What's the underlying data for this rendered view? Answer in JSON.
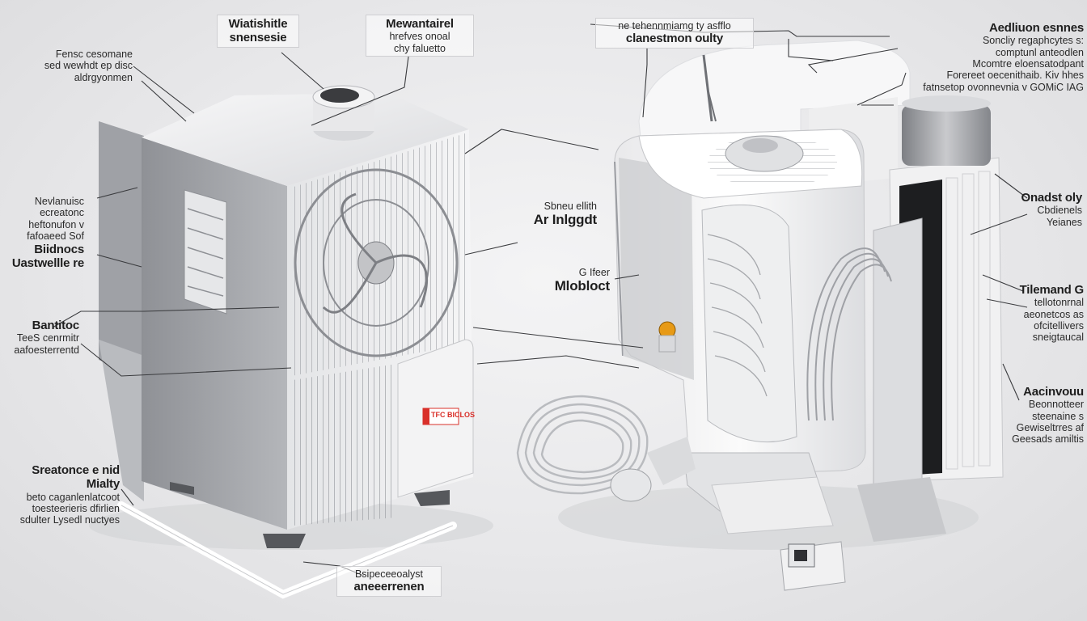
{
  "labels": {
    "top_center_left": {
      "title": "Wiatishitle",
      "sub": "snensesie"
    },
    "top_center": {
      "title": "Mewantairel",
      "line1": "hrefves onoal",
      "line2": "chy faluetto"
    },
    "left_top": {
      "line1": "Fensc cesomane",
      "line2": "sed wewhdt ep disc",
      "line3": "aldrgyonmen"
    },
    "left_mid": {
      "line1": "Nevlanuisc",
      "line2": "ecreatonc",
      "line3": "heftonufon v",
      "line4": "fafoaeed Sof",
      "title1": "Biidnocs",
      "title2": "Uastwellle re"
    },
    "left_low": {
      "title": "Bantitoc",
      "line1": "TeeS cenrmitr",
      "line2": "aafoesterrentd"
    },
    "left_bottom": {
      "title": "Sreatonce e nid Mialty",
      "line1": "beto caganlenlatcoot",
      "line2": "toesteerieris dfirlien",
      "line3": "sdulter Lysedl nuctyes"
    },
    "top_right_center": {
      "line1": "ne tehennmiamg ty asfflo",
      "title": "clanestmon oulty"
    },
    "top_right": {
      "title": "Aedliuon esnnes",
      "line1": "Soncliy regaphcytes s:",
      "line2": "comptunl anteodlen",
      "line3": "Mcomtre eloensatodpant",
      "line4": "Forereet oecenithaib. Kiv hhes",
      "line5": "fatnsetop ovonnevnia v GOMiC IAG"
    },
    "center_mid": {
      "line1": "Sbneu ellith",
      "title": "Ar Inlggdt"
    },
    "center_low": {
      "line1": "G Ifeer",
      "title": "Mlobloct"
    },
    "right_a": {
      "title": "Onadst oly",
      "line1": "Cbdienels",
      "line2": "Yeianes"
    },
    "right_b": {
      "title": "Tilemand G",
      "line1": "tellotonrnal",
      "line2": "aeonetcos as",
      "line3": "ofcitellivers",
      "line4": "sneigtaucal"
    },
    "right_c": {
      "title": "Aacinvouu",
      "line1": "Beonnotteer",
      "line2": "steenaine s",
      "line3": "Gewiseltrres af",
      "line4": "Geesads amiltis"
    },
    "bottom_center": {
      "line1": "Bsipeceeoalyst",
      "title": "aneeerrenen"
    }
  },
  "badge": {
    "text": "TFC BICLOS"
  },
  "colors": {
    "accent_red": "#d9302a",
    "knob_orange": "#e79a16",
    "body_light": "#f3f3f4",
    "body_grey": "#a7a9ad"
  }
}
